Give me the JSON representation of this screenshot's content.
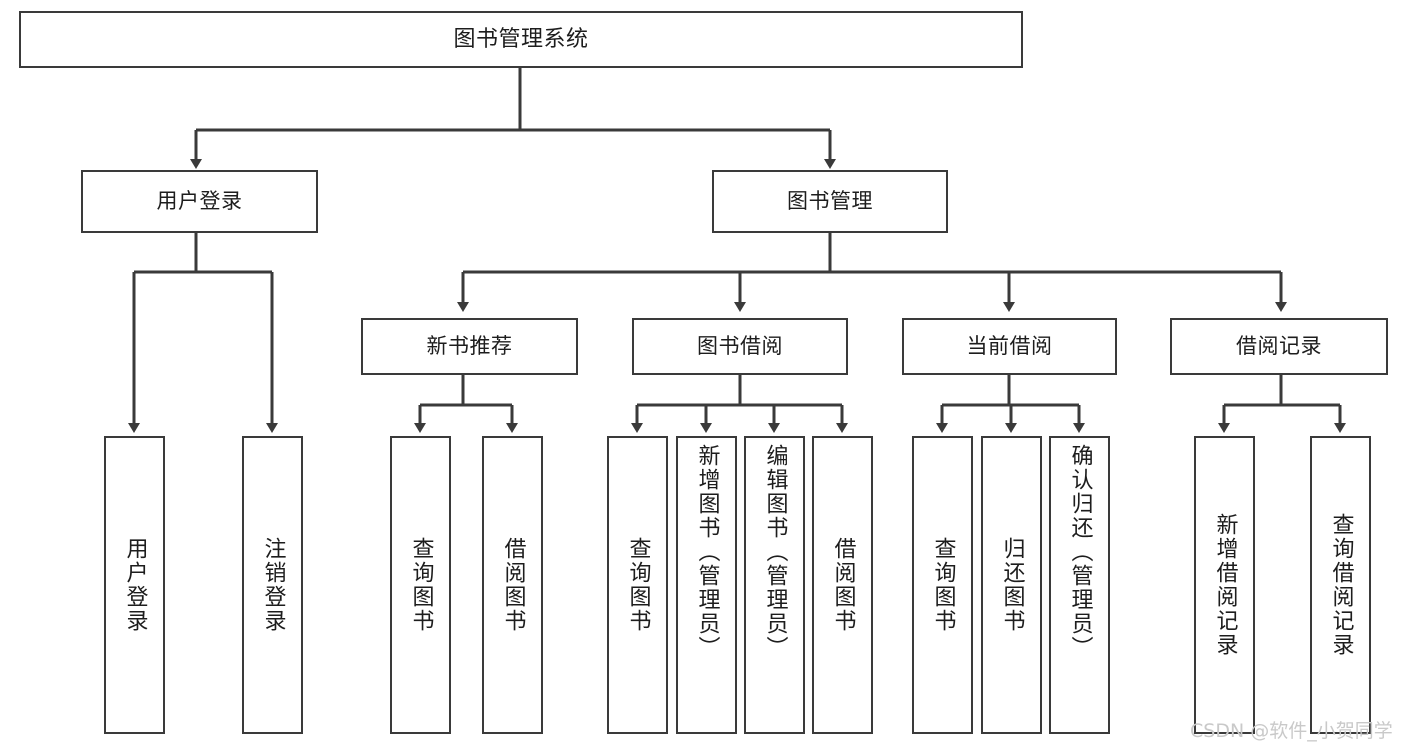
{
  "diagram": {
    "title": "图书管理系统",
    "type": "tree-hierarchy-diagram",
    "colors": {
      "stroke": "#3a3a3a",
      "fill": "#ffffff",
      "text": "#1d1d1d",
      "watermark": "#c9c9c9"
    },
    "nodes": {
      "root": {
        "label": "图书管理系统"
      },
      "level1": [
        {
          "id": "user-login",
          "label": "用户登录"
        },
        {
          "id": "book-manage",
          "label": "图书管理"
        }
      ],
      "level2": [
        {
          "id": "new-book-recommend",
          "label": "新书推荐"
        },
        {
          "id": "book-borrow",
          "label": "图书借阅"
        },
        {
          "id": "current-borrow",
          "label": "当前借阅"
        },
        {
          "id": "borrow-record",
          "label": "借阅记录"
        }
      ],
      "leaves": {
        "user_login": [
          {
            "id": "leaf-user-login",
            "label": "用户登录"
          },
          {
            "id": "leaf-logout",
            "label": "注销登录"
          }
        ],
        "new_book_recommend": [
          {
            "id": "leaf-query-book-1",
            "label": "查询图书"
          },
          {
            "id": "leaf-borrow-book-1",
            "label": "借阅图书"
          }
        ],
        "book_borrow": [
          {
            "id": "leaf-query-book-2",
            "label": "查询图书"
          },
          {
            "id": "leaf-add-book",
            "label": "新增图书（管理员）"
          },
          {
            "id": "leaf-edit-book",
            "label": "编辑图书（管理员）"
          },
          {
            "id": "leaf-borrow-book-2",
            "label": "借阅图书"
          }
        ],
        "current_borrow": [
          {
            "id": "leaf-query-book-3",
            "label": "查询图书"
          },
          {
            "id": "leaf-return-book",
            "label": "归还图书"
          },
          {
            "id": "leaf-confirm-return",
            "label": "确认归还（管理员）"
          }
        ],
        "borrow_record": [
          {
            "id": "leaf-add-record",
            "label": "新增借阅记录"
          },
          {
            "id": "leaf-query-record",
            "label": "查询借阅记录"
          }
        ]
      }
    },
    "watermark": "CSDN @软件_小贺同学"
  }
}
